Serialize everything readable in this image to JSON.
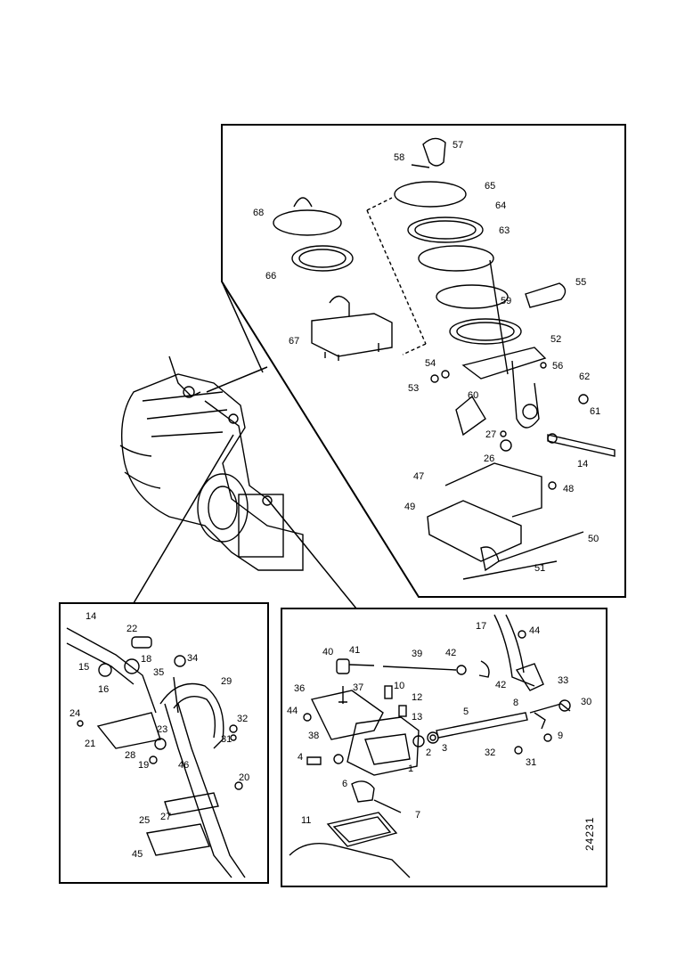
{
  "colors": {
    "ink": "#000000",
    "paper": "#ffffff"
  },
  "reference_number": "24231",
  "labels": {
    "top": [
      "57",
      "58",
      "65",
      "64",
      "63",
      "68",
      "66",
      "67",
      "55",
      "59",
      "52",
      "54",
      "56",
      "53",
      "60",
      "62",
      "61",
      "27",
      "26",
      "14",
      "47",
      "48",
      "49",
      "50",
      "51"
    ],
    "left": [
      "14",
      "22",
      "15",
      "18",
      "16",
      "34",
      "35",
      "29",
      "24",
      "23",
      "32",
      "21",
      "31",
      "28",
      "19",
      "46",
      "20",
      "25",
      "27",
      "45"
    ],
    "right": [
      "17",
      "44",
      "40",
      "41",
      "39",
      "42",
      "42",
      "33",
      "30",
      "36",
      "37",
      "10",
      "12",
      "13",
      "5",
      "8",
      "44",
      "9",
      "38",
      "4",
      "2",
      "3",
      "1",
      "32",
      "31",
      "6",
      "7",
      "11"
    ]
  }
}
